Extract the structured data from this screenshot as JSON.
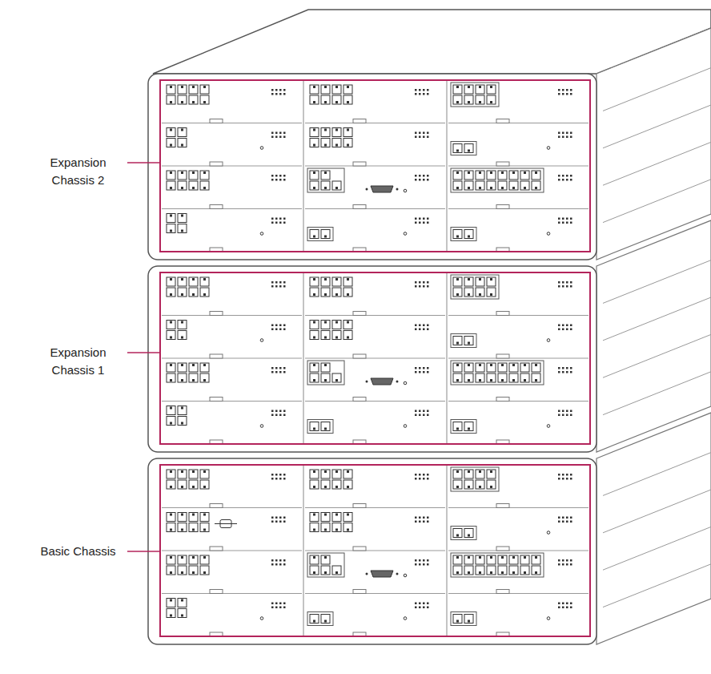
{
  "diagram": {
    "labels": [
      "Expansion Chassis 2",
      "Expansion Chassis 1",
      "Basic Chassis"
    ]
  }
}
